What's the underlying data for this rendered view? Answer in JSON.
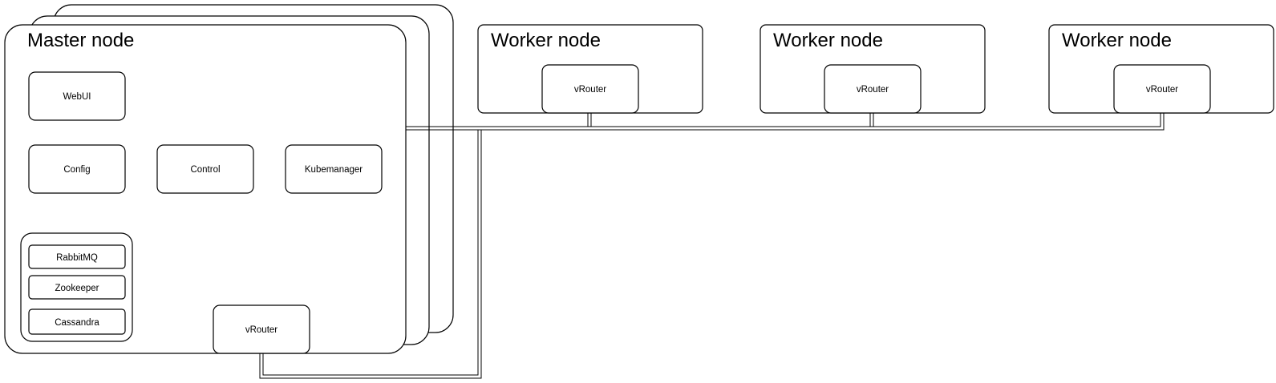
{
  "master": {
    "title": "Master node",
    "components": {
      "webui": "WebUI",
      "config": "Config",
      "control": "Control",
      "kubemanager": "Kubemanager",
      "rabbitmq": "RabbitMQ",
      "zookeeper": "Zookeeper",
      "cassandra": "Cassandra",
      "vrouter": "vRouter"
    }
  },
  "workers": [
    {
      "title": "Worker node",
      "vrouter": "vRouter"
    },
    {
      "title": "Worker node",
      "vrouter": "vRouter"
    },
    {
      "title": "Worker node",
      "vrouter": "vRouter"
    }
  ]
}
